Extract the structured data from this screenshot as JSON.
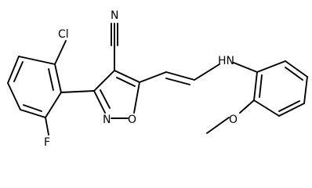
{
  "atoms": {
    "chlorine": "Cl",
    "fluorine": "F",
    "nitrile_nitrogen": "N",
    "amine_nh": "HN",
    "isoxazole_nitrogen": "N",
    "isoxazole_oxygen": "O",
    "methoxy_oxygen": "O"
  },
  "colors": {
    "bond": "#000000",
    "label": "#000000",
    "background": "#ffffff"
  }
}
